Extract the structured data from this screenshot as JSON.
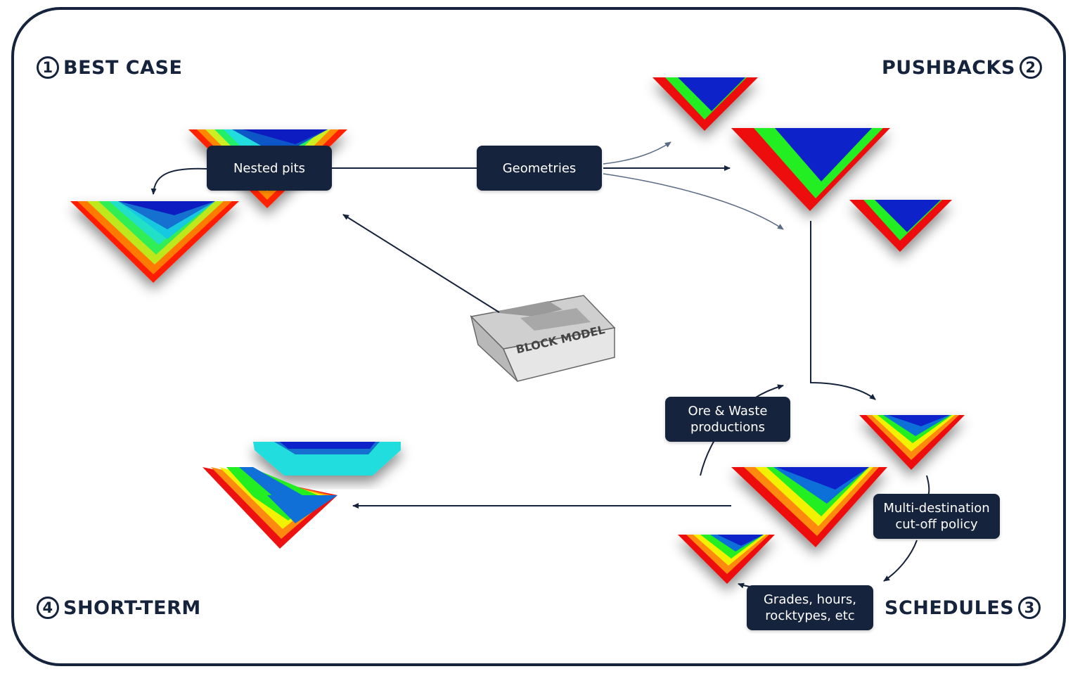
{
  "stages": {
    "best_case": {
      "number": "1",
      "label": "BEST CASE"
    },
    "pushbacks": {
      "number": "2",
      "label": "PUSHBACKS"
    },
    "schedules": {
      "number": "3",
      "label": "SCHEDULES"
    },
    "short_term": {
      "number": "4",
      "label": "SHORT-TERM"
    }
  },
  "boxes": {
    "nested_pits": "Nested pits",
    "geometries": "Geometries",
    "ore_waste_line1": "Ore & Waste",
    "ore_waste_line2": "productions",
    "multi_dest_line1": "Multi-destination",
    "multi_dest_line2": "cut-off policy",
    "grades_line1": "Grades, hours,",
    "grades_line2": "rocktypes, etc"
  },
  "block_model_label": "BLOCK MODEL",
  "colors": {
    "frame": "#16233d",
    "box_bg": "#16233d",
    "blue": "#1020c8",
    "green": "#22ee22",
    "red": "#ee1111",
    "cyan": "#22dddd",
    "yellow": "#f2f200",
    "orange": "#ff8a10"
  }
}
